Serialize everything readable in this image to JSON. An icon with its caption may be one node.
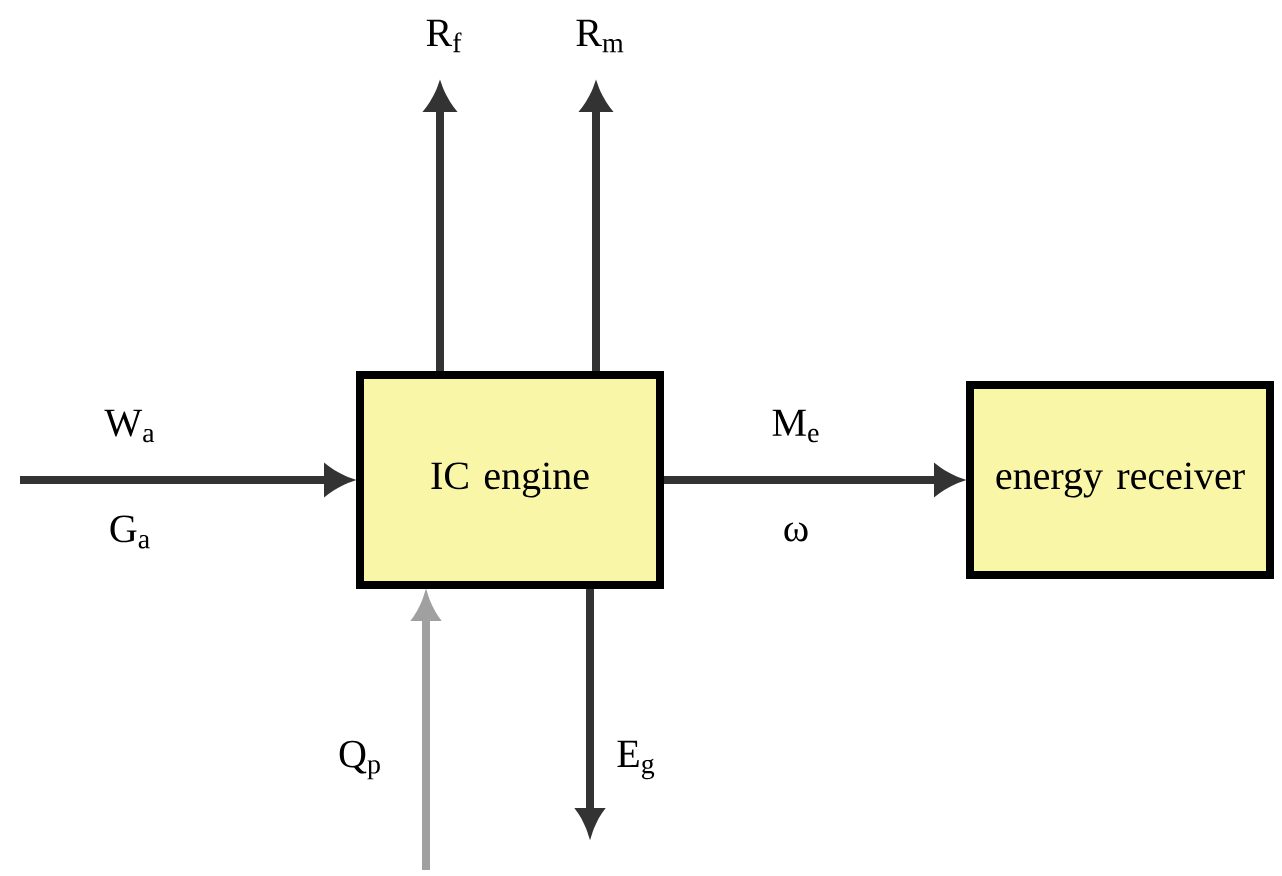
{
  "diagram": {
    "nodes": [
      {
        "text": [
          "IC engine"
        ]
      },
      {
        "text": [
          "energy receiver"
        ]
      }
    ],
    "edges": [
      {
        "from": null,
        "to": 0,
        "arrow": "to",
        "label": "W$_{a}$"
      },
      {
        "from": 0,
        "to": null,
        "arrow": "to",
        "label": "R$_{f}$"
      },
      {
        "from": 0,
        "to": null,
        "arrow": "to",
        "label": "R$_{m}$"
      },
      {
        "from": 0,
        "to": 1,
        "arrow": "to",
        "label": "M$_{e}$"
      },
      {
        "from": null,
        "to": 0,
        "arrow": "to",
        "label": "Q$_{p}$",
        "color": "#a0a0a0"
      },
      {
        "from": 0,
        "to": null,
        "arrow": "to",
        "label": "E$_{g}$"
      }
    ],
    "labels": [
      "G$_{a}$",
      "ω"
    ]
  }
}
